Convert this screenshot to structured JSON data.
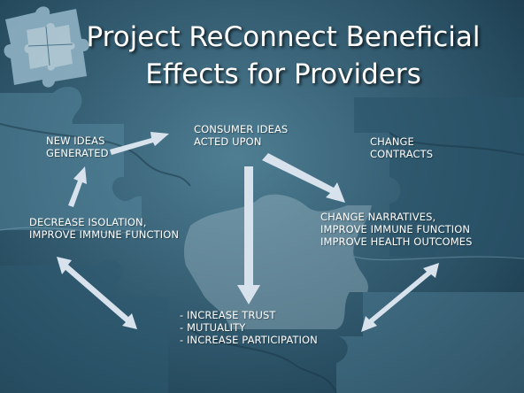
{
  "slide": {
    "title_line_1": "Project ReConnect Beneficial",
    "title_line_2": "Effects for Providers"
  },
  "nodes": {
    "new_ideas": [
      "NEW IDEAS",
      "GENERATED"
    ],
    "consumer_ideas": [
      "CONSUMER IDEAS",
      "ACTED UPON"
    ],
    "change_contracts": [
      "CHANGE",
      "CONTRACTS"
    ],
    "decrease_isolation": [
      "DECREASE ISOLATION,",
      "IMPROVE IMMUNE FUNCTION"
    ],
    "change_narratives": [
      "CHANGE NARRATIVES,",
      "IMPROVE IMMUNE FUNCTION",
      "IMPROVE HEALTH  OUTCOMES"
    ],
    "trust": [
      "- INCREASE TRUST",
      "- MUTUALITY",
      "- INCREASE PARTICIPATION"
    ]
  },
  "colors": {
    "arrow": "#d8e2ec",
    "text": "#ffffff"
  }
}
